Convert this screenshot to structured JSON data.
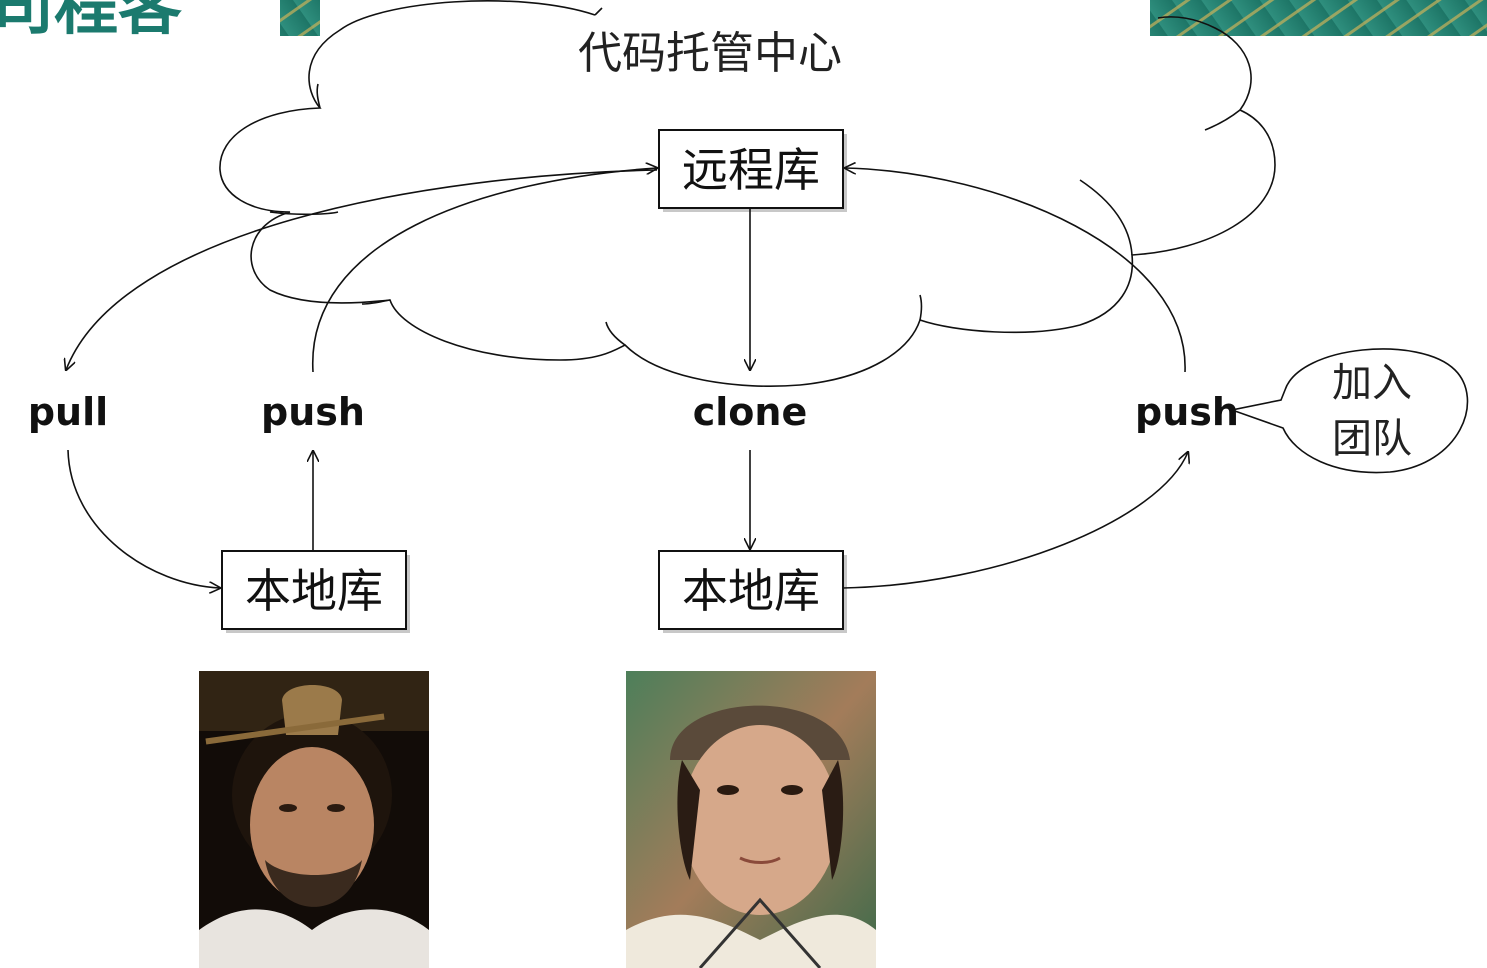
{
  "header": {
    "logo_text": "司程客"
  },
  "diagram": {
    "cloud_title": "代码托管中心",
    "remote_repo": "远程库",
    "local_repo_left": "本地库",
    "local_repo_right": "本地库",
    "ops": {
      "pull": "pull",
      "push_left": "push",
      "clone": "clone",
      "push_right": "push"
    },
    "join_team_line1": "加入",
    "join_team_line2": "团队"
  },
  "photos": {
    "left": "portrait of older man with topknot and crown",
    "right": "portrait of young man with cap"
  },
  "colors": {
    "accent": "#1b7a6e",
    "banner": "#2a8a7a",
    "stroke": "#111111"
  }
}
